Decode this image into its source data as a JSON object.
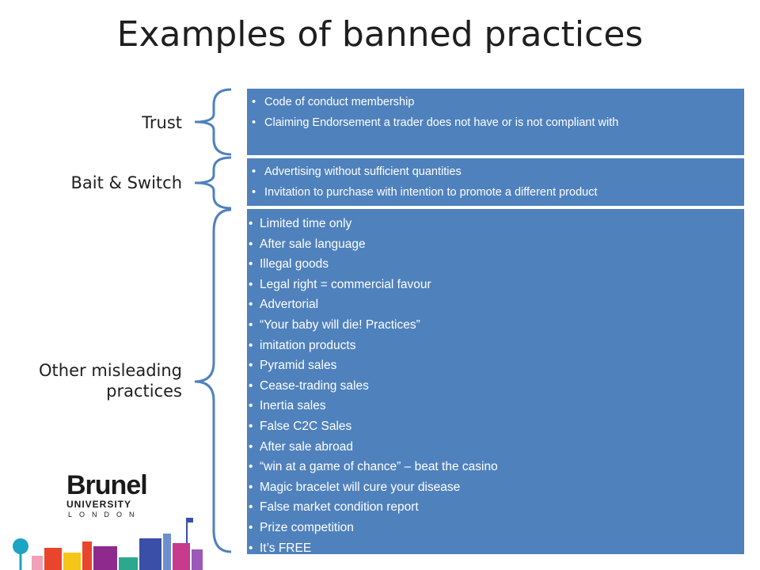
{
  "slide": {
    "title": "Examples of banned practices"
  },
  "groups": [
    {
      "label": "Trust",
      "items": [
        "Code of conduct membership",
        "Claiming Endorsement  a trader does not have or is not compliant with"
      ]
    },
    {
      "label": "Bait & Switch",
      "items": [
        "Advertising without sufficient quantities",
        "Invitation to purchase with intention to promote a different  product"
      ]
    },
    {
      "label_line1": "Other misleading",
      "label_line2": "practices",
      "items": [
        "Limited time only",
        "After sale language",
        "Illegal goods",
        "Legal right = commercial favour",
        "Advertorial",
        "“Your baby will die! Practices”",
        " imitation products",
        "Pyramid sales",
        "Cease-trading sales",
        "Inertia sales",
        "False C2C Sales",
        "After sale abroad",
        "“win at a game of chance” – beat the casino",
        "Magic bracelet will cure your disease",
        "False market condition report",
        "Prize competition",
        "It’s FREE"
      ]
    }
  ],
  "logo": {
    "name": "Brunel",
    "line2": "UNIVERSITY",
    "line3": "LONDON"
  },
  "colors": {
    "box_fill": "#4f81bd",
    "brace": "#4f81bd",
    "text": "#1f1f1f"
  }
}
